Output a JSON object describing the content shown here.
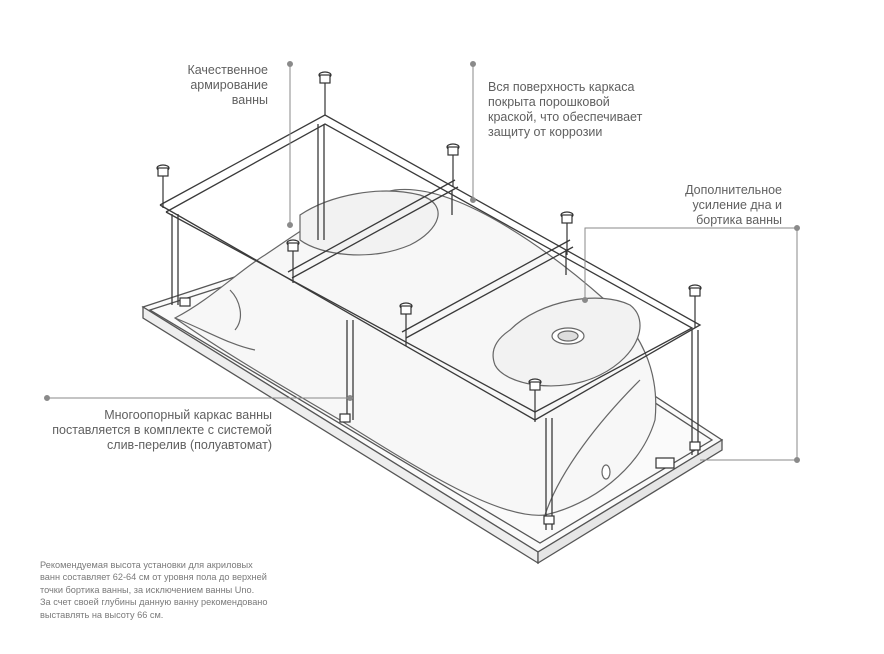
{
  "callouts": {
    "reinforcement": "Качественное\nармирование\nванны",
    "coating": "Вся поверхность каркаса\nпокрыта порошковой\nкраской, что обеспечивает\nзащиту от коррозии",
    "extra_support": "Дополнительное\nусиление дна и\nбортика ванны",
    "frame": "Многоопорный каркас ванны\nпоставляется в комплекте с системой\nслив-перелив (полуавтомат)"
  },
  "note": "Рекомендуемая высота установки для акриловых\nванн составляет 62-64 см от уровня пола до верхней\nточки бортика ванны, за исключением ванны Uno.\nЗа счет своей глубины данную ванну рекомендовано\nвыставлять на высоту 66 см.",
  "colors": {
    "leader": "#8a8a8a",
    "frame": "#444444",
    "tub": "#666666"
  }
}
